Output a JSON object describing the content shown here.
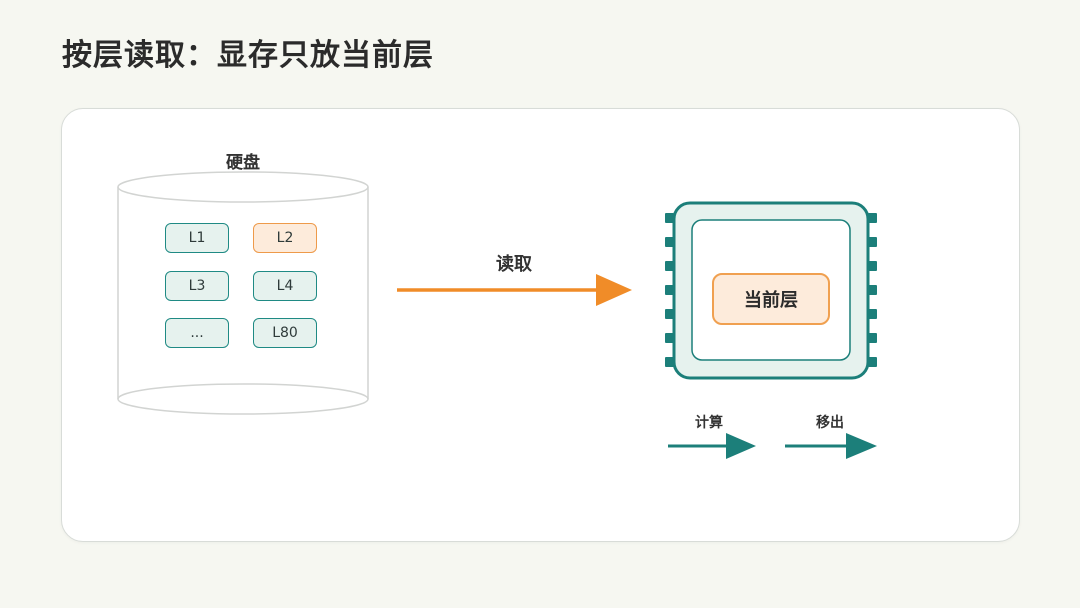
{
  "title": "按层读取：显存只放当前层",
  "disk": {
    "label": "硬盘",
    "layers": [
      "L1",
      "L2",
      "L3",
      "L4",
      "...",
      "L80"
    ],
    "highlighted_layer": "L2"
  },
  "read_arrow": {
    "label": "读取",
    "color": "#f08c28"
  },
  "gpu": {
    "current_layer_label": "当前层"
  },
  "steps": [
    {
      "label": "计算"
    },
    {
      "label": "移出"
    }
  ],
  "colors": {
    "teal": "#1c7f7a",
    "teal_fill": "#e6f2ee",
    "orange": "#f08c28",
    "orange_fill": "#fdebdb",
    "background": "#f6f7f1"
  }
}
